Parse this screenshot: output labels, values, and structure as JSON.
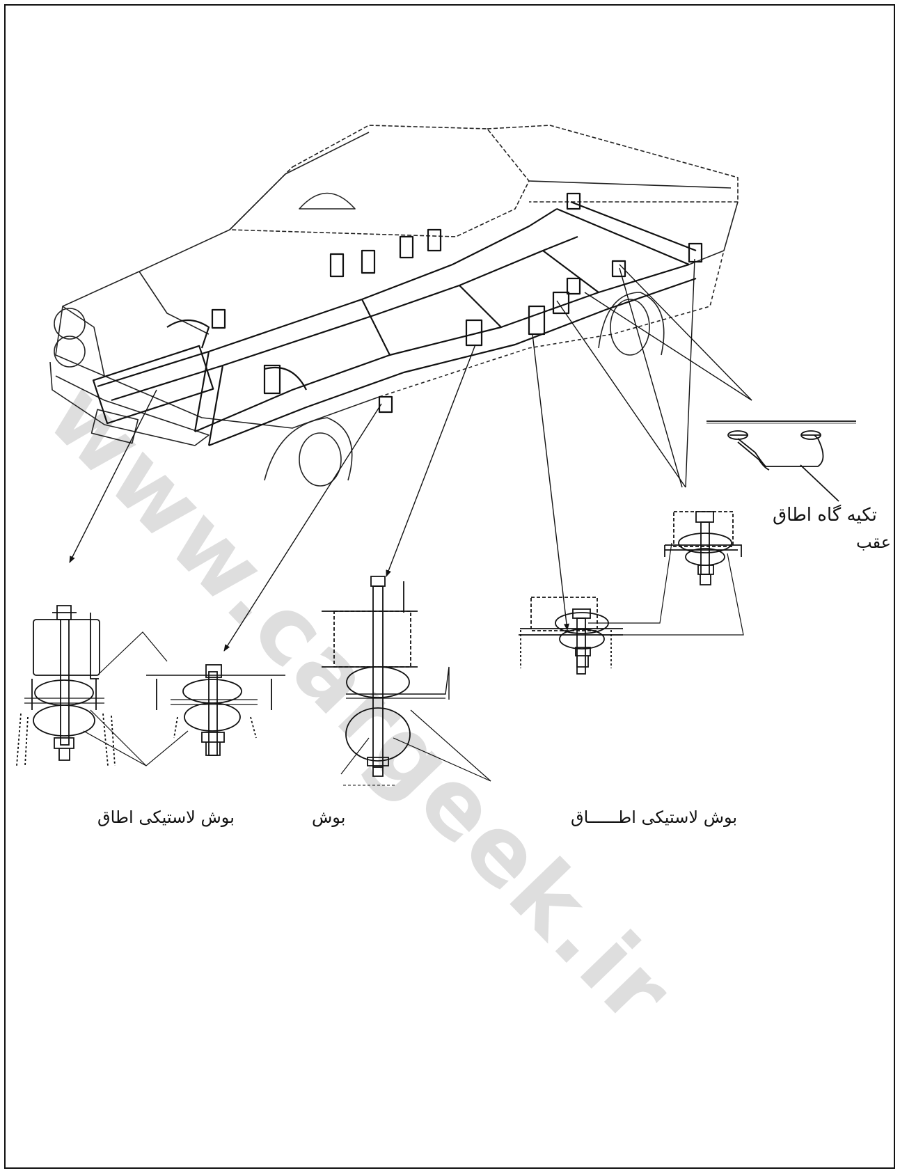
{
  "watermark": "www.cargeek.ir",
  "labels": {
    "rear_support": "تکیه گاه اطاق",
    "rear_support_2": "عقب",
    "cabin_bushing_left": "بوش لاستیکی اطاق",
    "bushing_center": "بوش",
    "cabin_bushing_right": "بوش لاستیکی اطــــــاق"
  },
  "colors": {
    "ink": "#111111",
    "watermark": "#d6d6d6"
  }
}
